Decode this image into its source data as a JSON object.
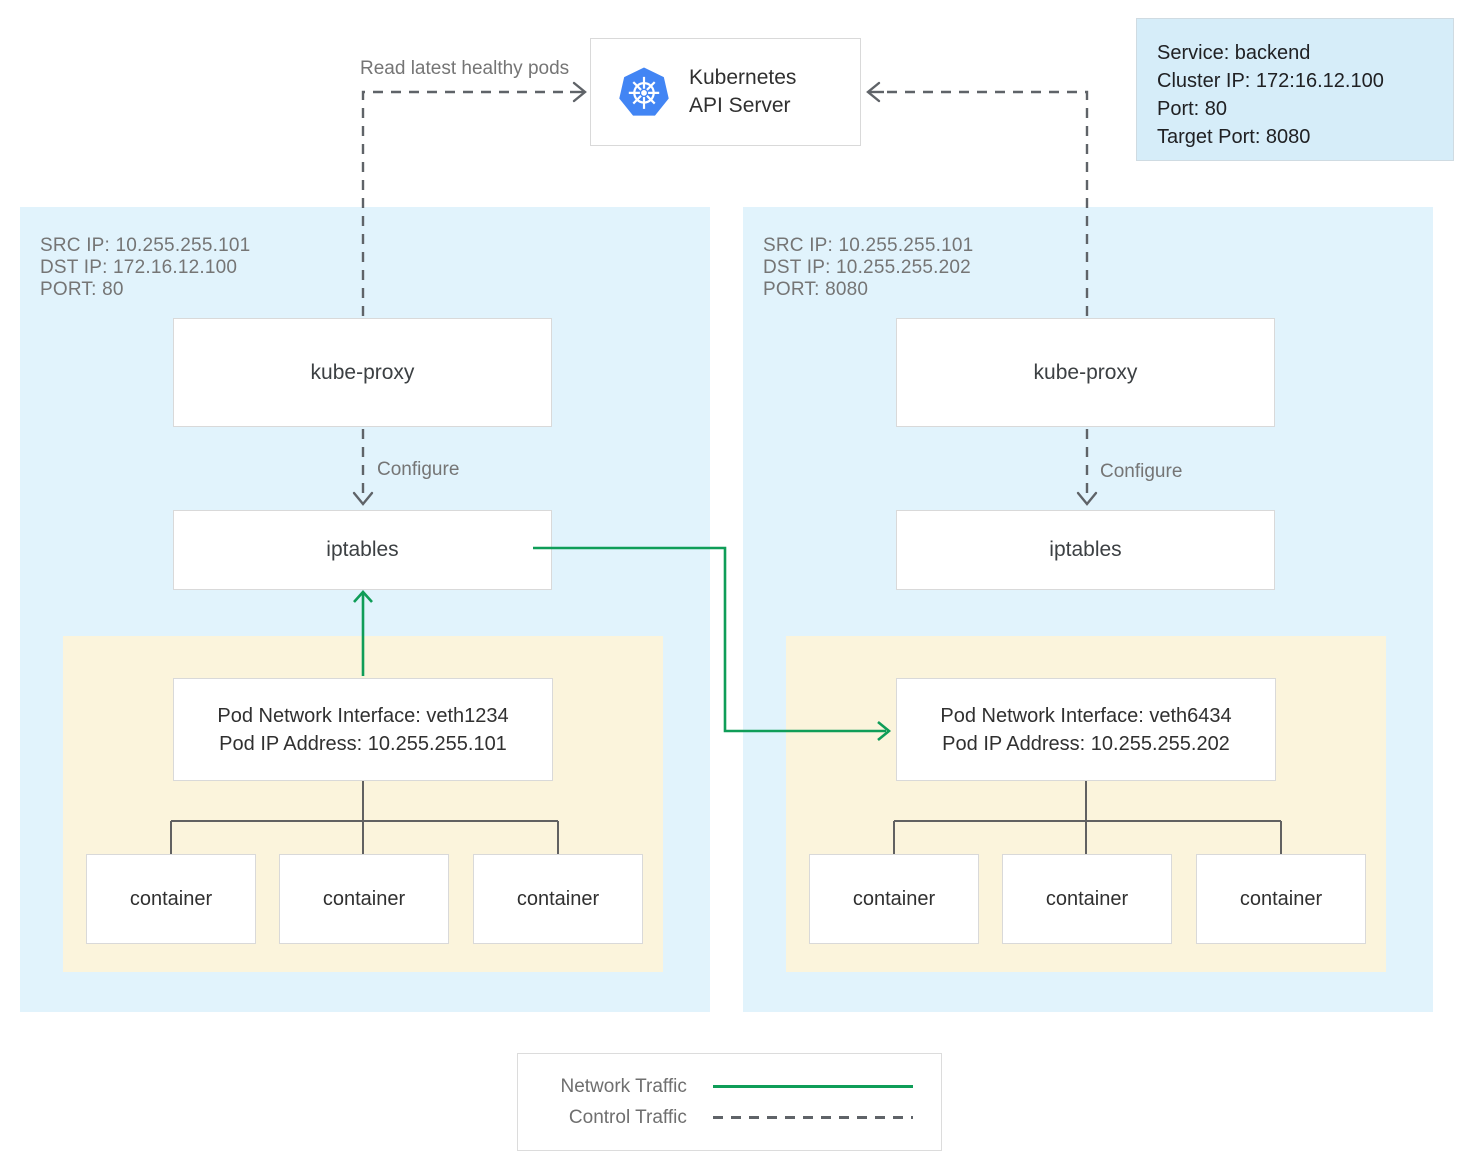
{
  "colors": {
    "node_bg": "#e1f3fc",
    "service_bg": "#d6edf9",
    "pod_bg": "#fbf4dc",
    "box_border": "#d9d9d9",
    "green": "#0f9d58",
    "gray_text": "#757575",
    "dark_text": "#3c4043",
    "line_gray": "#5f6368",
    "k8s_blue": "#4285f4"
  },
  "api_server": {
    "line1": "Kubernetes",
    "line2": "API Server",
    "icon": "kubernetes-logo"
  },
  "service_info": {
    "lines": [
      "Service: backend",
      "Cluster IP: 172:16.12.100",
      "Port: 80",
      "Target Port: 8080"
    ]
  },
  "annotations": {
    "read_pods": "Read latest healthy pods",
    "configure": "Configure"
  },
  "nodes": [
    {
      "info_lines": [
        "SRC IP: 10.255.255.101",
        "DST IP: 172.16.12.100",
        "PORT: 80"
      ],
      "kube_proxy_label": "kube-proxy",
      "iptables_label": "iptables",
      "pod": {
        "interface_line1": "Pod Network Interface: veth1234",
        "interface_line2": "Pod IP Address: 10.255.255.101",
        "containers": [
          "container",
          "container",
          "container"
        ]
      }
    },
    {
      "info_lines": [
        "SRC IP: 10.255.255.101",
        "DST IP: 10.255.255.202",
        "PORT: 8080"
      ],
      "kube_proxy_label": "kube-proxy",
      "iptables_label": "iptables",
      "pod": {
        "interface_line1": "Pod Network Interface: veth6434",
        "interface_line2": "Pod IP Address: 10.255.255.202",
        "containers": [
          "container",
          "container",
          "container"
        ]
      }
    }
  ],
  "legend": {
    "network_label": "Network Traffic",
    "control_label": "Control Traffic"
  }
}
